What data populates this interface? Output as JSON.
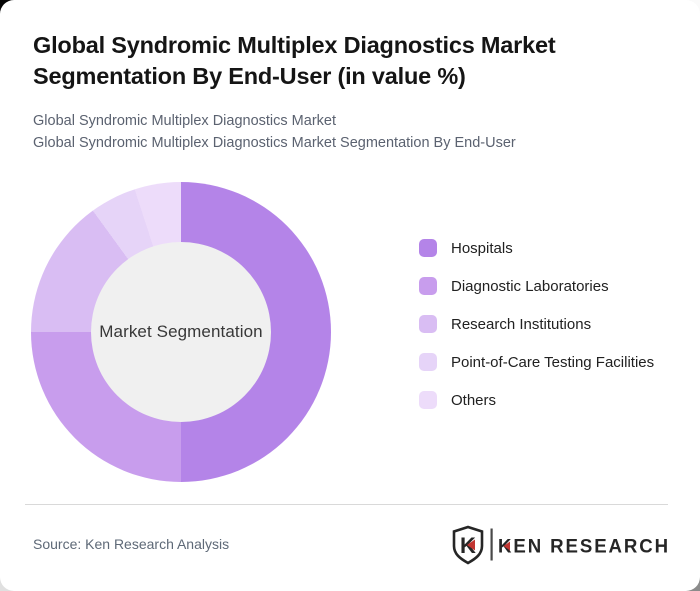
{
  "header": {
    "title": "Global Syndromic Multiplex Diagnostics Market Segmentation By End-User (in value %)",
    "subtitle_line1": "Global Syndromic Multiplex Diagnostics Market",
    "subtitle_line2": "Global Syndromic Multiplex Diagnostics Market Segmentation By End-User"
  },
  "chart_data": {
    "type": "pie",
    "subtype": "donut",
    "title": "Global Syndromic Multiplex Diagnostics Market Segmentation By End-User (in value %)",
    "center_label": "Market Segmentation",
    "categories": [
      "Hospitals",
      "Diagnostic Laboratories",
      "Research Institutions",
      "Point-of-Care Testing Facilities",
      "Others"
    ],
    "values": [
      50,
      25,
      15,
      5,
      5
    ],
    "unit": "% of market value (estimated from slice angles; no numeric labels shown)",
    "colors": [
      "#b484e8",
      "#c89ded",
      "#d9bdf3",
      "#e6d4f8",
      "#eddcfa"
    ],
    "hole_color": "#f0f0f0",
    "start_angle_deg": 0,
    "direction": "clockwise",
    "legend_position": "right",
    "data_labels": false
  },
  "footer": {
    "source": "Source: Ken Research Analysis",
    "logo": {
      "badge_letter": "K",
      "brand": "KEN RESEARCH",
      "accent_red": "#c13531",
      "dark": "#262626"
    }
  }
}
